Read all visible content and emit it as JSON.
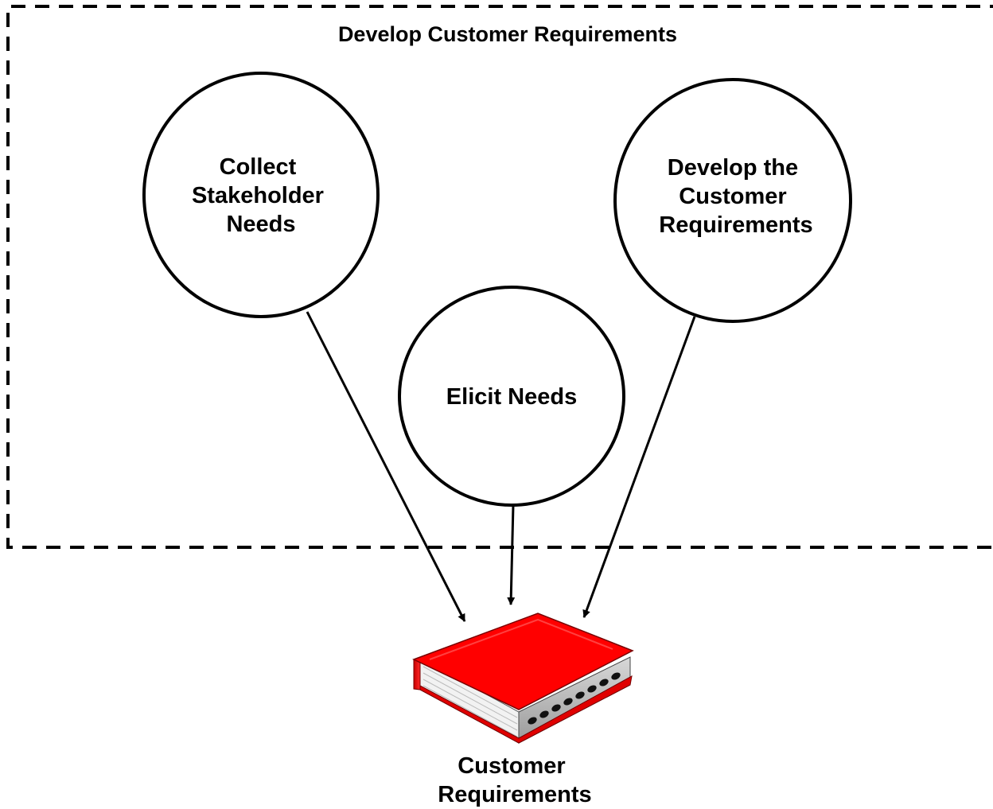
{
  "diagram": {
    "container_title": "Develop Customer Requirements",
    "processes": [
      {
        "lines": [
          "Collect",
          "Stakeholder",
          "Needs"
        ]
      },
      {
        "lines": [
          "Elicit Needs"
        ]
      },
      {
        "lines": [
          "Develop the",
          "Customer",
          "Requirements"
        ]
      }
    ],
    "output": {
      "lines": [
        "Customer",
        "Requirements"
      ],
      "icon": "book-icon",
      "cover_color": "#ff0000"
    },
    "colors": {
      "stroke": "#000000",
      "background": "#ffffff"
    }
  }
}
